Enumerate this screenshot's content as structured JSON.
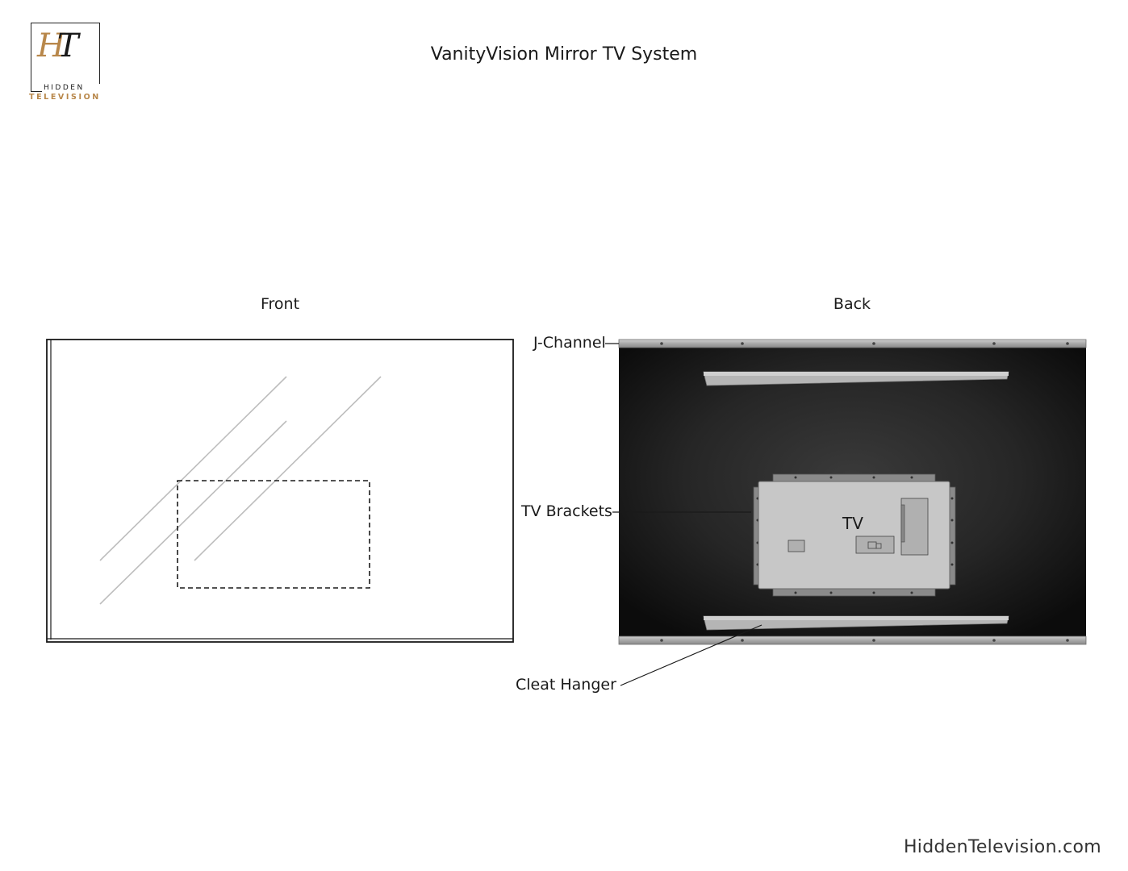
{
  "logo": {
    "monogram_h": "H",
    "monogram_t": "T",
    "line1": "HIDDEN",
    "line2": "TELEVISION"
  },
  "title": "VanityVision Mirror TV System",
  "views": {
    "front": "Front",
    "back": "Back"
  },
  "callouts": {
    "j_channel": "J-Channel",
    "tv_brackets": "TV Brackets",
    "cleat_hanger": "Cleat Hanger",
    "tv": "TV"
  },
  "footer": {
    "site": "HiddenTelevision.com"
  },
  "colors": {
    "brand_gold": "#b8874a",
    "back_panel": "#1c1c1c",
    "metal": "#a9a9a9",
    "tv_body": "#c7c7c7"
  }
}
